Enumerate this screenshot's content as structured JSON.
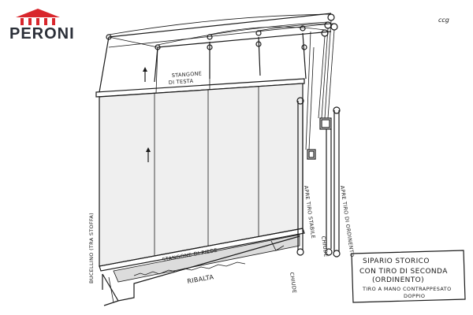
{
  "brand": {
    "name": "PERONI",
    "red": "#d8262c",
    "dark": "#2b2f38"
  },
  "labels": {
    "stangone_testa_line1": "STANGONE",
    "stangone_testa_line2": "DI TESTA",
    "stangone_piede": "STANGONE DI PIEDE",
    "ribalta": "RIBALTA",
    "apre_tiro_stabile": "APRE TIRO STABILE",
    "chiude_tiro_stabile": "CHIUDE",
    "apre_ordinento": "APRE TIRO DI ORDINENTO",
    "chiude_main": "CHIUDE",
    "bucellino": "BUCELLINO (TRA STOFFA)",
    "signature": "ccg"
  },
  "caption": {
    "line1": "SIPARIO STORICO",
    "line2": "CON TIRO DI SECONDA",
    "line3": "(ORDINENTO)",
    "line4": "TIRO A MANO CONTRAPPESATO",
    "line5": "DOPPIO"
  }
}
